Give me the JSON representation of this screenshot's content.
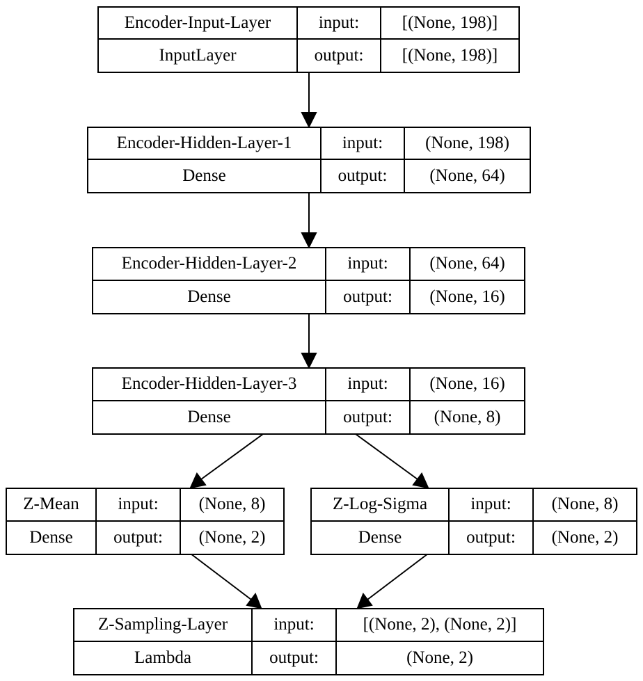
{
  "nodes": [
    {
      "id": "encoder-input-layer",
      "name": "Encoder-Input-Layer",
      "type": "InputLayer",
      "input_label": "input:",
      "output_label": "output:",
      "input_shape": "[(None, 198)]",
      "output_shape": "[(None, 198)]"
    },
    {
      "id": "encoder-hidden-layer-1",
      "name": "Encoder-Hidden-Layer-1",
      "type": "Dense",
      "input_label": "input:",
      "output_label": "output:",
      "input_shape": "(None, 198)",
      "output_shape": "(None, 64)"
    },
    {
      "id": "encoder-hidden-layer-2",
      "name": "Encoder-Hidden-Layer-2",
      "type": "Dense",
      "input_label": "input:",
      "output_label": "output:",
      "input_shape": "(None, 64)",
      "output_shape": "(None, 16)"
    },
    {
      "id": "encoder-hidden-layer-3",
      "name": "Encoder-Hidden-Layer-3",
      "type": "Dense",
      "input_label": "input:",
      "output_label": "output:",
      "input_shape": "(None, 16)",
      "output_shape": "(None, 8)"
    },
    {
      "id": "z-mean",
      "name": "Z-Mean",
      "type": "Dense",
      "input_label": "input:",
      "output_label": "output:",
      "input_shape": "(None, 8)",
      "output_shape": "(None, 2)"
    },
    {
      "id": "z-log-sigma",
      "name": "Z-Log-Sigma",
      "type": "Dense",
      "input_label": "input:",
      "output_label": "output:",
      "input_shape": "(None, 8)",
      "output_shape": "(None, 2)"
    },
    {
      "id": "z-sampling-layer",
      "name": "Z-Sampling-Layer",
      "type": "Lambda",
      "input_label": "input:",
      "output_label": "output:",
      "input_shape": "[(None, 2), (None, 2)]",
      "output_shape": "(None, 2)"
    }
  ],
  "edges": [
    {
      "from": "encoder-input-layer",
      "to": "encoder-hidden-layer-1"
    },
    {
      "from": "encoder-hidden-layer-1",
      "to": "encoder-hidden-layer-2"
    },
    {
      "from": "encoder-hidden-layer-2",
      "to": "encoder-hidden-layer-3"
    },
    {
      "from": "encoder-hidden-layer-3",
      "to": "z-mean"
    },
    {
      "from": "encoder-hidden-layer-3",
      "to": "z-log-sigma"
    },
    {
      "from": "z-mean",
      "to": "z-sampling-layer"
    },
    {
      "from": "z-log-sigma",
      "to": "z-sampling-layer"
    }
  ]
}
